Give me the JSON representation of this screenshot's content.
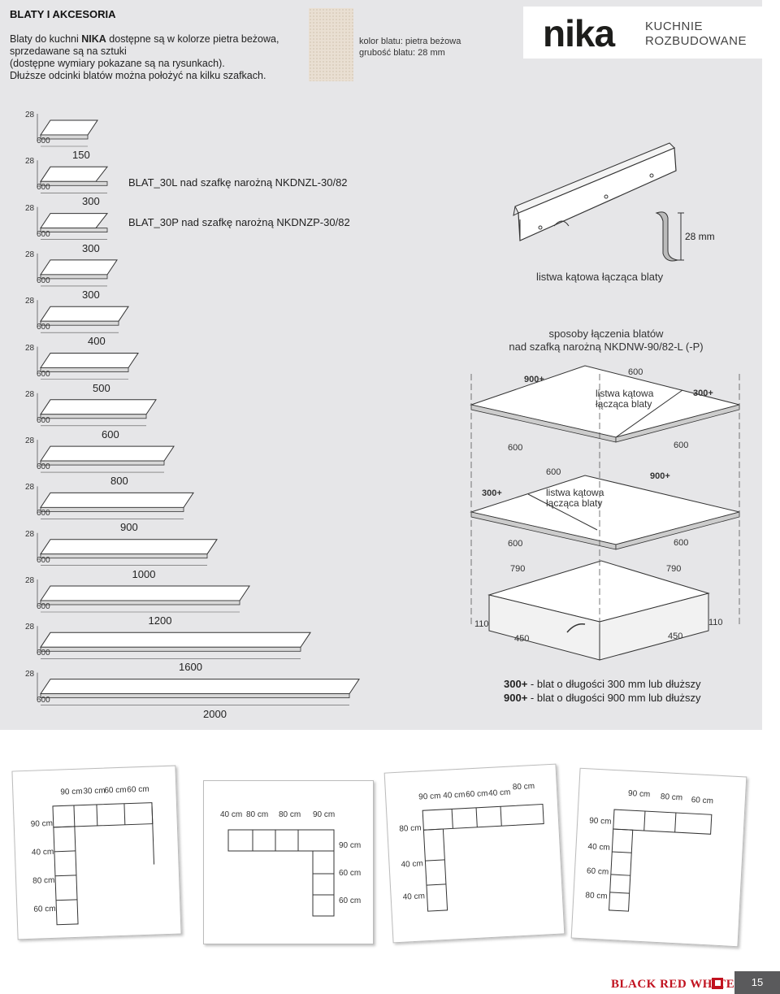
{
  "header": {
    "title": "BLATY I AKCESORIA",
    "intro_line1_prefix": "Blaty do kuchni ",
    "intro_brand": "NIKA",
    "intro_line1_suffix": " dostępne są w kolorze pietra beżowa,",
    "intro_line2": "sprzedawane są na sztuki",
    "intro_line3": "(dostępne wymiary pokazane są na rysunkach).",
    "intro_line4": "Dłuższe odcinki blatów można położyć na kilku szafkach."
  },
  "color_info": {
    "line1": "kolor blatu: pietra beżowa",
    "line2": "grubość blatu: 28 mm"
  },
  "logo": {
    "word": "nika",
    "sub1": "KUCHNIE",
    "sub2": "ROZBUDOWANE"
  },
  "slabs": {
    "thickness_label": "28",
    "depth_label": "600",
    "widths": [
      "150",
      "300",
      "300",
      "300",
      "400",
      "500",
      "600",
      "800",
      "900",
      "1000",
      "1200",
      "1600",
      "2000"
    ],
    "corner_left_label": "BLAT_30L nad szafkę narożną NKDNZL-30/82",
    "corner_right_label": "BLAT_30P nad szafkę narożną NKDNZP-30/82"
  },
  "listwa": {
    "dim": "28 mm",
    "caption": "listwa kątowa łącząca blaty"
  },
  "methods": {
    "caption_line1": "sposoby łączenia blatów",
    "caption_line2": "nad szafką narożną NKDNW-90/82-L (-P)",
    "joint_label_line1": "listwa kątowa",
    "joint_label_line2": "łącząca blaty",
    "dim_900": "900+",
    "dim_300": "300+",
    "dim_600": "600",
    "dim_790": "790",
    "dim_450": "450",
    "dim_110": "110"
  },
  "legend": {
    "l1_bold": "300+",
    "l1_text": " - blat o długości 300 mm lub dłuższy",
    "l2_bold": "900+",
    "l2_text": " - blat o długości 900 mm lub dłuższy"
  },
  "layouts": {
    "c1_top": [
      "90 cm",
      "30 cm",
      "60 cm",
      "60 cm"
    ],
    "c1_left": [
      "90 cm",
      "40 cm",
      "80 cm",
      "60 cm"
    ],
    "c2_top": [
      "40 cm",
      "80 cm",
      "80 cm",
      "90 cm"
    ],
    "c2_right": [
      "90 cm",
      "60 cm",
      "60 cm"
    ],
    "c3_top": [
      "90 cm",
      "40 cm",
      "60 cm",
      "40 cm",
      "80 cm"
    ],
    "c3_left": [
      "80 cm",
      "40 cm",
      "40 cm"
    ],
    "c4_top": [
      "90 cm",
      "80 cm",
      "60 cm"
    ],
    "c4_left": [
      "90 cm",
      "40 cm",
      "60 cm",
      "80 cm"
    ]
  },
  "footer": {
    "brand": "BLACK RED WHITE",
    "page": "15"
  }
}
